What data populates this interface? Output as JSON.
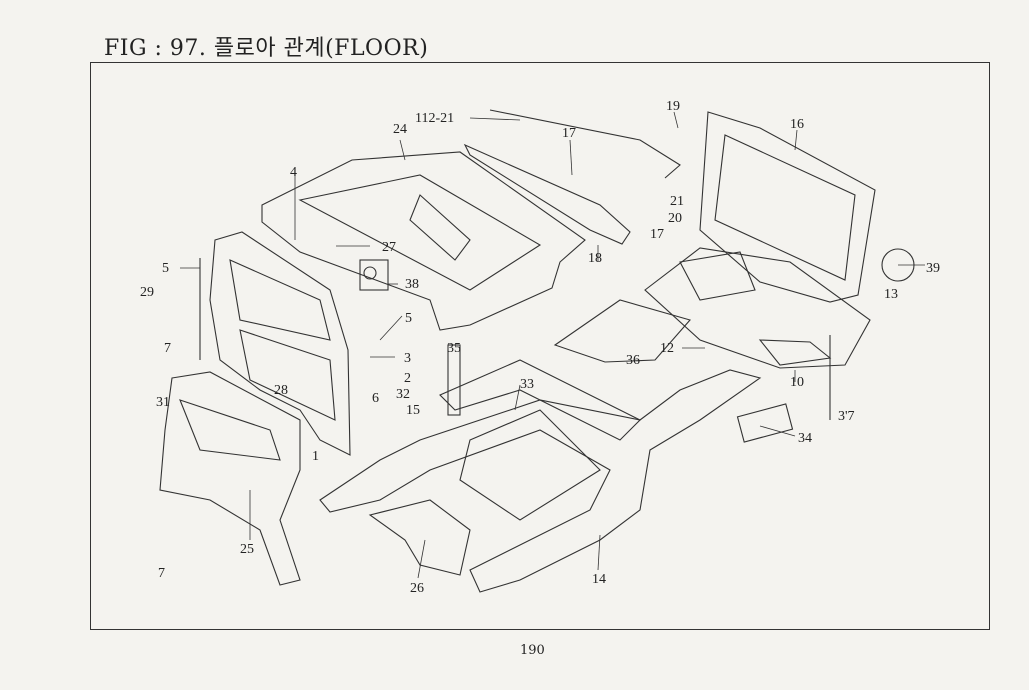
{
  "figure_title": "FIG : 97. 플로아 관계(FLOOR)",
  "page_number": "190",
  "part_labels": [
    "24",
    "112-21",
    "17",
    "19",
    "16",
    "4",
    "21",
    "20",
    "17",
    "27",
    "18",
    "39",
    "5",
    "29",
    "38",
    "13",
    "7",
    "5",
    "12",
    "3",
    "35",
    "36",
    "2",
    "33",
    "10",
    "31",
    "28",
    "6",
    "32",
    "15",
    "3'7",
    "1",
    "34",
    "25",
    "7",
    "26",
    "14"
  ]
}
